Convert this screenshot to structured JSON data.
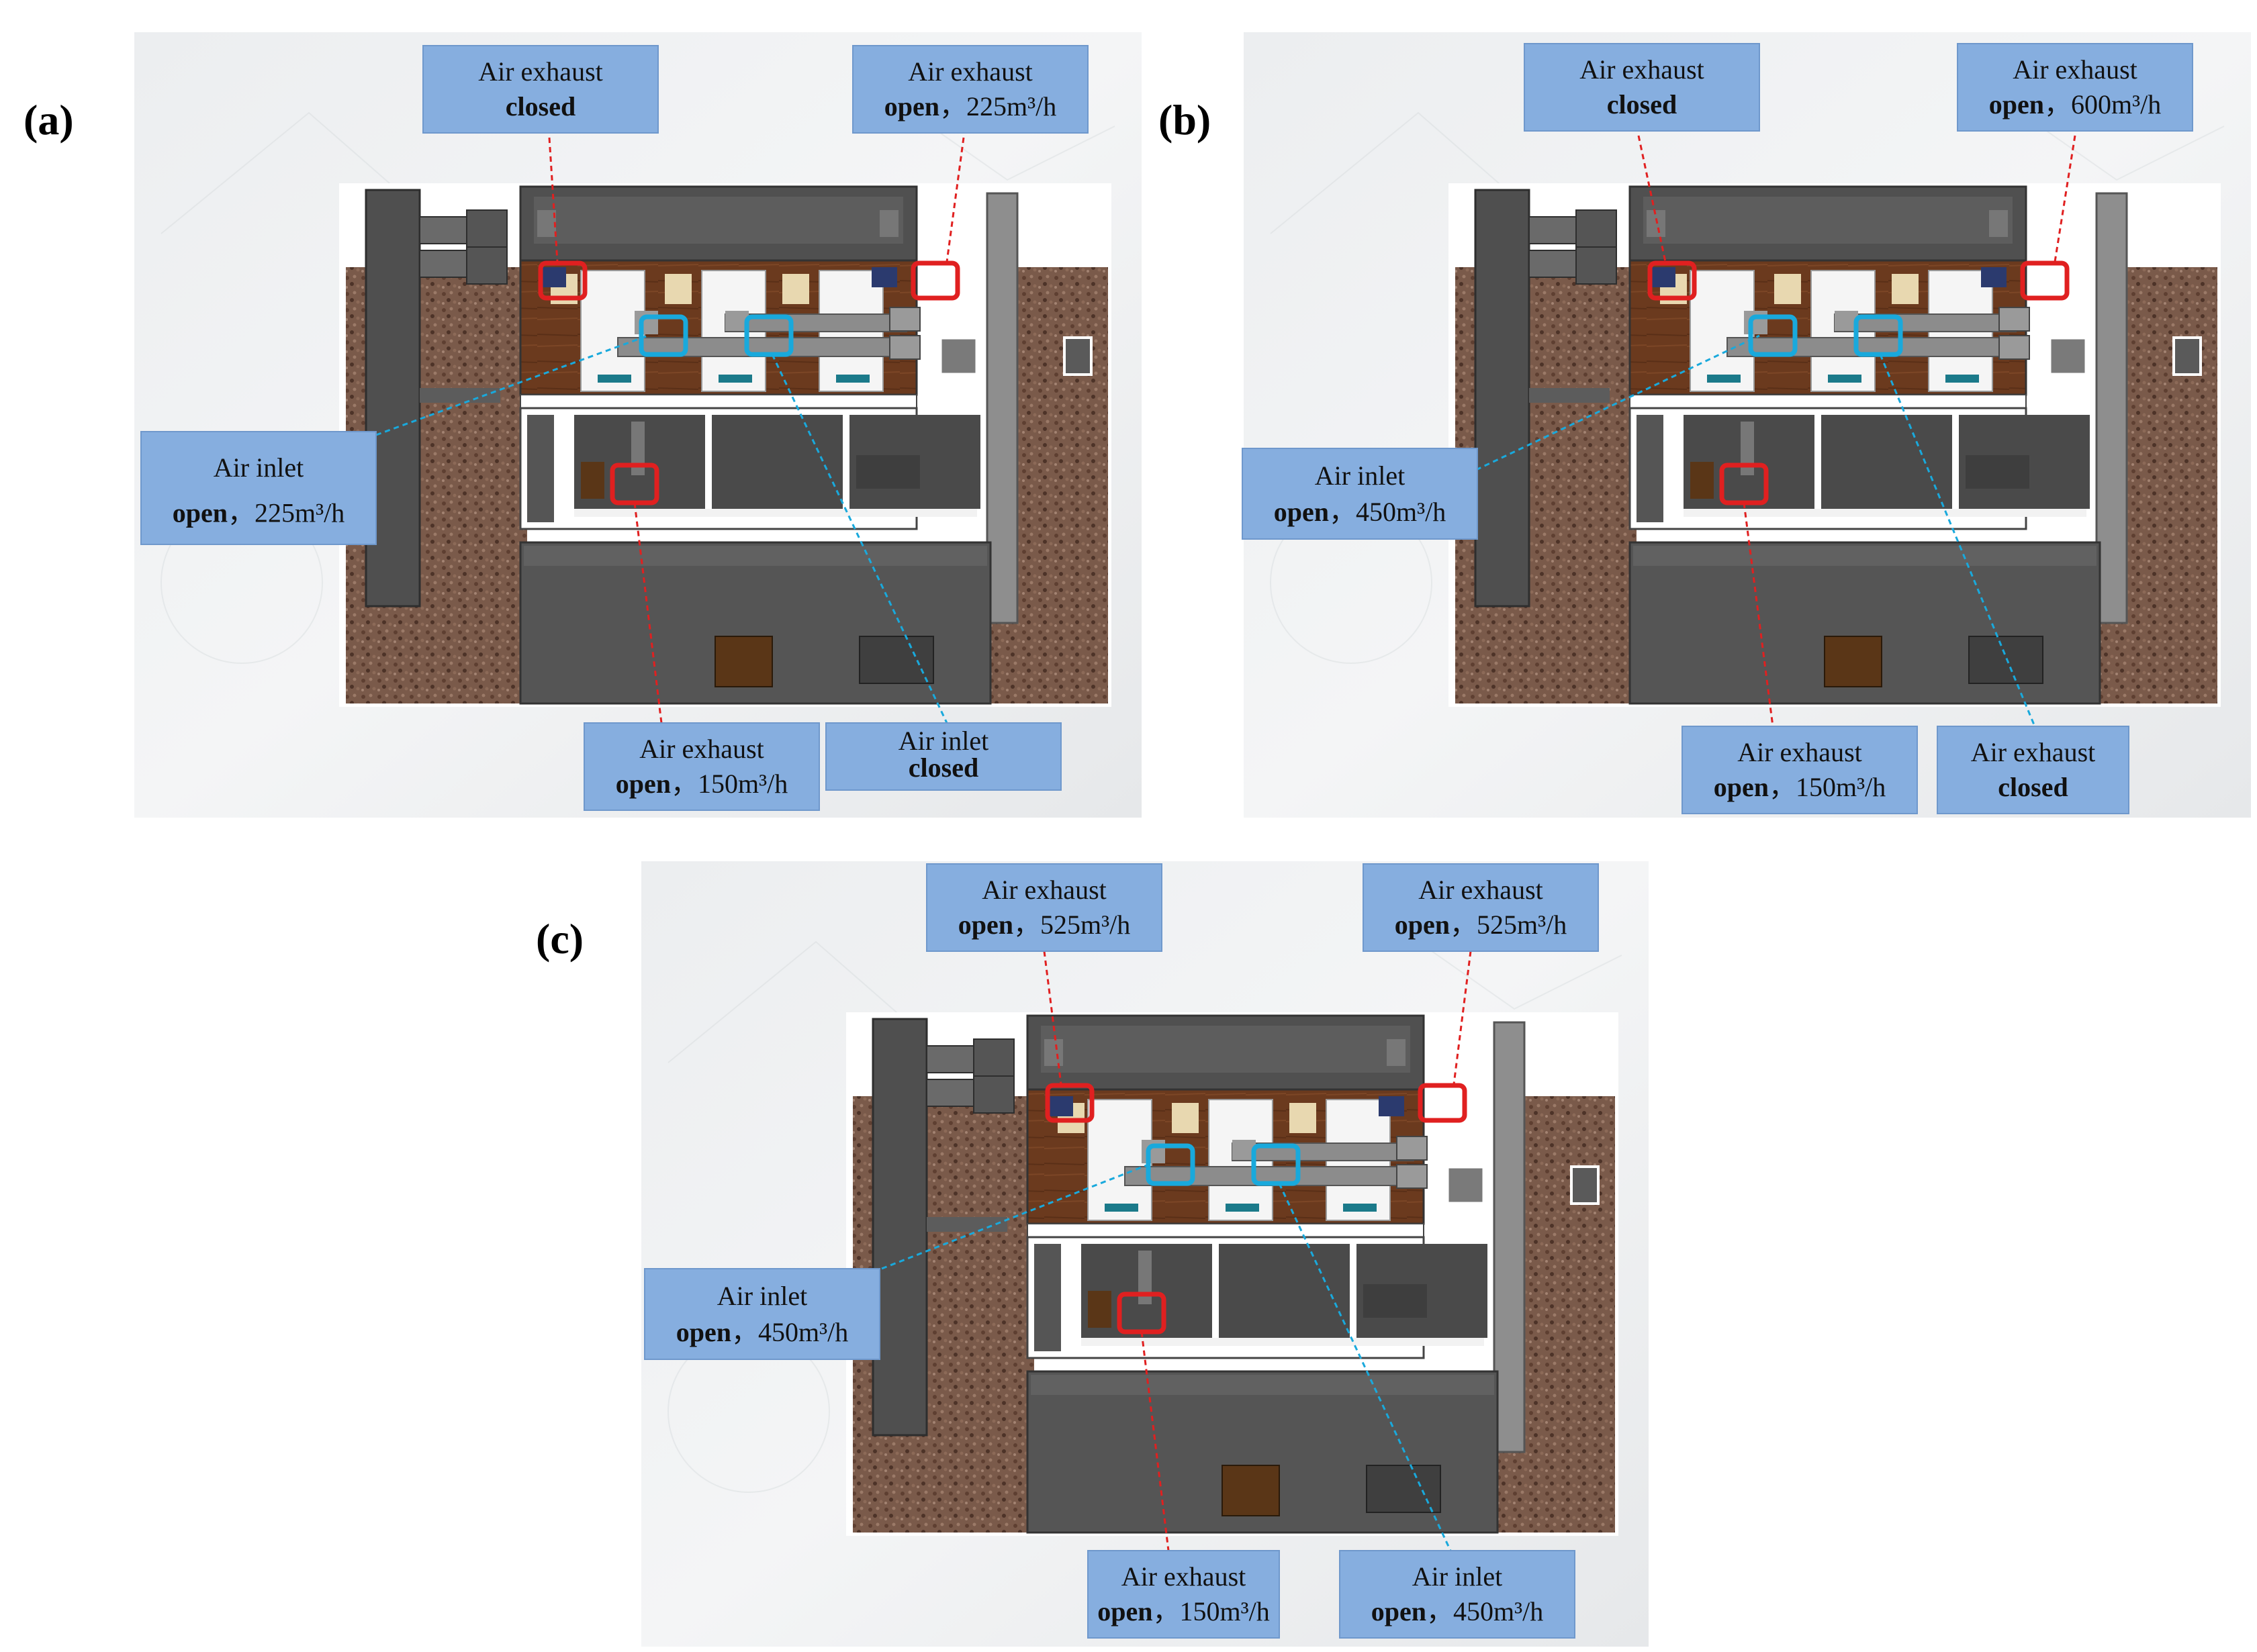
{
  "panels": [
    {
      "letter": "(a)",
      "callouts": [
        {
          "line1": "Air exhaust",
          "bold": "closed",
          "rest": "",
          "kind": "exhaust"
        },
        {
          "line1": "Air exhaust",
          "bold": "open",
          "rest": "，225m³/h",
          "kind": "exhaust"
        },
        {
          "line1": "Air inlet",
          "bold": "open",
          "rest": "，225m³/h",
          "kind": "inlet"
        },
        {
          "line1": "Air exhaust",
          "bold": "open",
          "rest": "，150m³/h",
          "kind": "exhaust"
        },
        {
          "line1": "Air inlet",
          "bold": "closed",
          "rest": "",
          "kind": "inlet"
        }
      ]
    },
    {
      "letter": "(b)",
      "callouts": [
        {
          "line1": "Air exhaust",
          "bold": "closed",
          "rest": "",
          "kind": "exhaust"
        },
        {
          "line1": "Air exhaust",
          "bold": "open",
          "rest": "，600m³/h",
          "kind": "exhaust"
        },
        {
          "line1": "Air inlet",
          "bold": "open",
          "rest": "，450m³/h",
          "kind": "inlet"
        },
        {
          "line1": "Air exhaust",
          "bold": "open",
          "rest": "，150m³/h",
          "kind": "exhaust"
        },
        {
          "line1": "Air exhaust",
          "bold": "closed",
          "rest": "",
          "kind": "inlet"
        }
      ]
    },
    {
      "letter": "(c)",
      "callouts": [
        {
          "line1": "Air exhaust",
          "bold": "open",
          "rest": "，525m³/h",
          "kind": "exhaust"
        },
        {
          "line1": "Air exhaust",
          "bold": "open",
          "rest": "，525m³/h",
          "kind": "exhaust"
        },
        {
          "line1": "Air inlet",
          "bold": "open",
          "rest": "，450m³/h",
          "kind": "inlet"
        },
        {
          "line1": "Air exhaust",
          "bold": "open",
          "rest": "，150m³/h",
          "kind": "exhaust"
        },
        {
          "line1": "Air inlet",
          "bold": "open",
          "rest": "，450m³/h",
          "kind": "inlet"
        }
      ]
    }
  ],
  "colors": {
    "callout_fill": "#86aedf",
    "exhaust_marker": "#e02020",
    "inlet_marker": "#19a9dc",
    "floor_wood": "#6b3a1e",
    "wall_dark": "#4a4a4a"
  }
}
